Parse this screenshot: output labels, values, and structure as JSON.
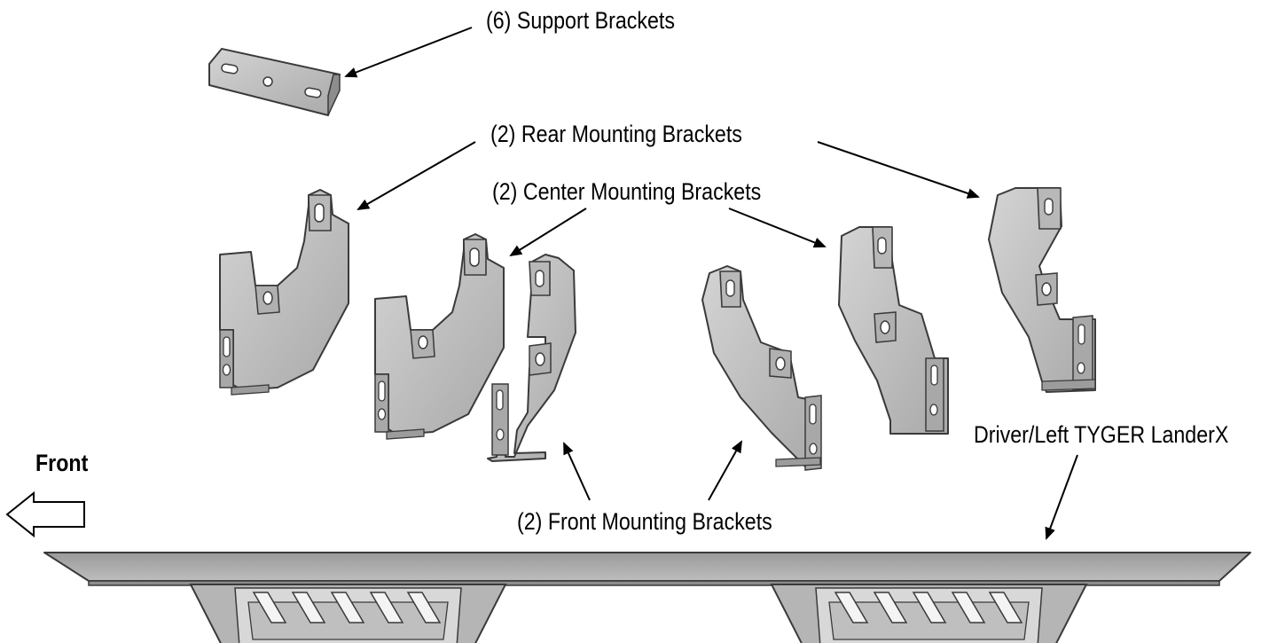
{
  "labels": {
    "support_brackets": "(6) Support Brackets",
    "rear_brackets": "(2) Rear Mounting Brackets",
    "center_brackets": "(2) Center Mounting Brackets",
    "front_brackets": "(2) Front Mounting Brackets",
    "step_bar": "Driver/Left TYGER LanderX",
    "front": "Front"
  },
  "colors": {
    "metal_fill": "#bdbdbd",
    "metal_dark": "#8d8d8d",
    "metal_light": "#e4e4e4",
    "outline": "#3a3a3a",
    "text": "#000000"
  }
}
